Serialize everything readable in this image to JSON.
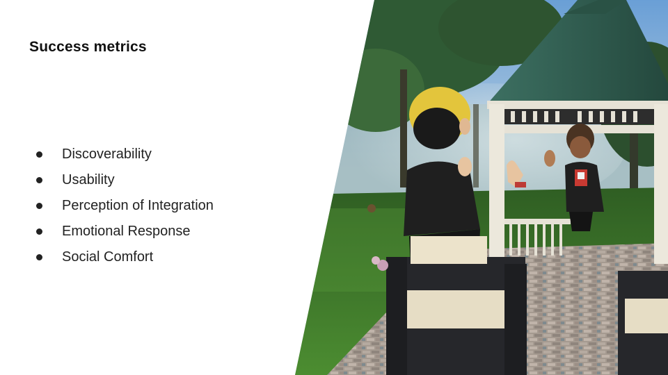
{
  "slide": {
    "title": "Success metrics",
    "bullets": [
      "Discoverability",
      "Usability",
      "Perception of Integration",
      "Emotional Response",
      "Social Comfort"
    ]
  },
  "colors": {
    "background": "#ffffff",
    "title_text": "#111111",
    "bullet_text": "#222222",
    "gazebo_roof": "#2f5a4c",
    "grass": "#3f7d2c",
    "brick_path": "#9a8f86"
  },
  "image": {
    "description_icon": "vr-social-scene-image"
  }
}
